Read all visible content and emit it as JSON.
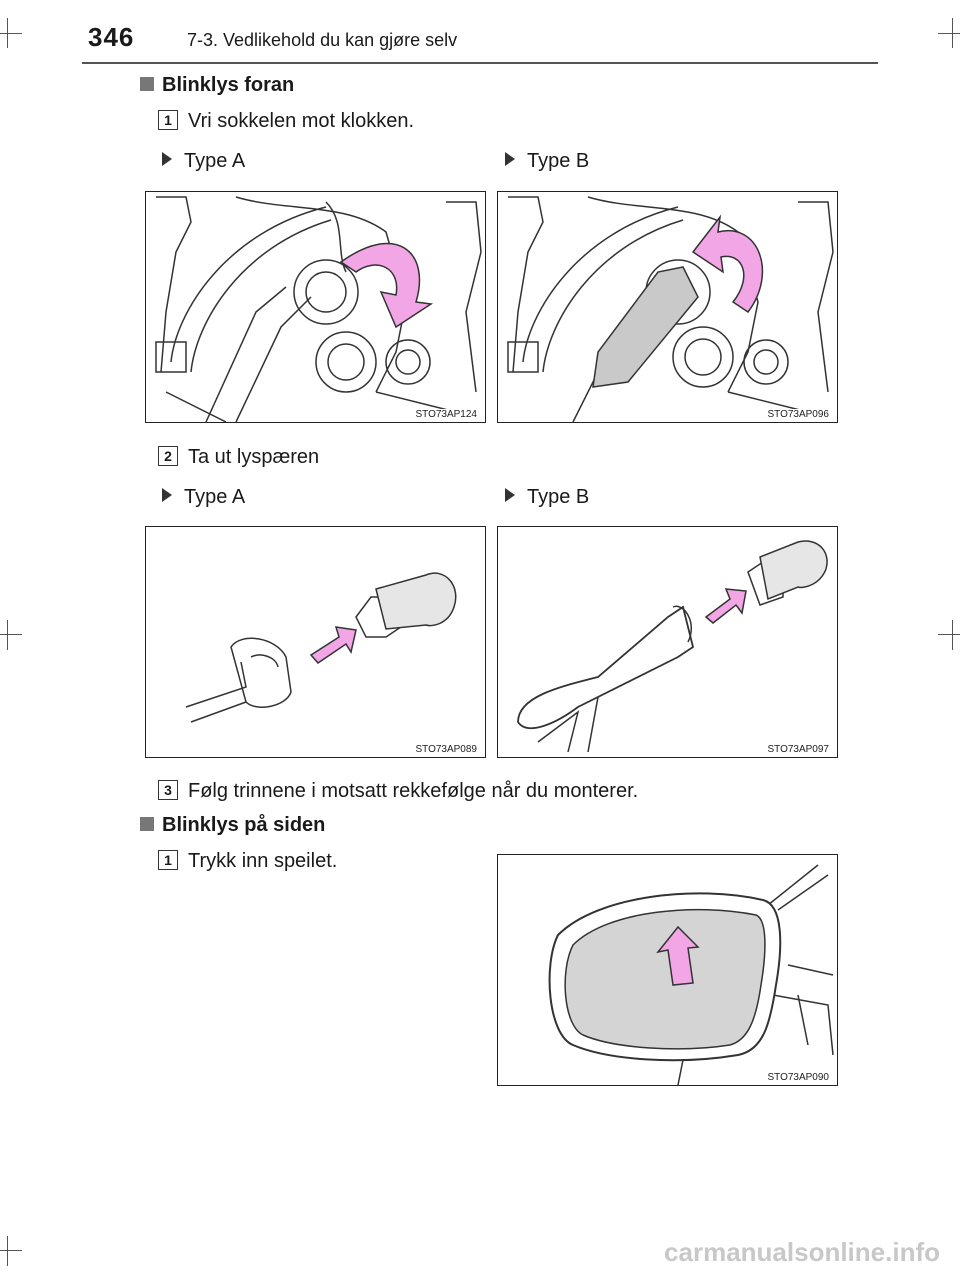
{
  "header": {
    "page_number": "346",
    "section": "7-3. Vedlikehold du kan gjøre selv"
  },
  "section1": {
    "heading": "Blinklys foran",
    "step1": {
      "num": "1",
      "text": "Vri sokkelen mot klokken.",
      "type_a": "Type A",
      "type_b": "Type B",
      "fig_a_code": "STO73AP124",
      "fig_b_code": "STO73AP096"
    },
    "step2": {
      "num": "2",
      "text": "Ta ut lyspæren",
      "type_a": "Type A",
      "type_b": "Type B",
      "fig_a_code": "STO73AP089",
      "fig_b_code": "STO73AP097"
    },
    "step3": {
      "num": "3",
      "text": "Følg trinnene i motsatt rekkefølge når du monterer."
    }
  },
  "section2": {
    "heading": "Blinklys på siden",
    "step1": {
      "num": "1",
      "text": "Trykk inn speilet.",
      "fig_code": "STO73AP090"
    }
  },
  "watermark": "carmanualsonline.info",
  "colors": {
    "arrow_pink": "#f2a6e6",
    "mirror_gray": "#d4d4d4",
    "heading_square": "#777777"
  }
}
